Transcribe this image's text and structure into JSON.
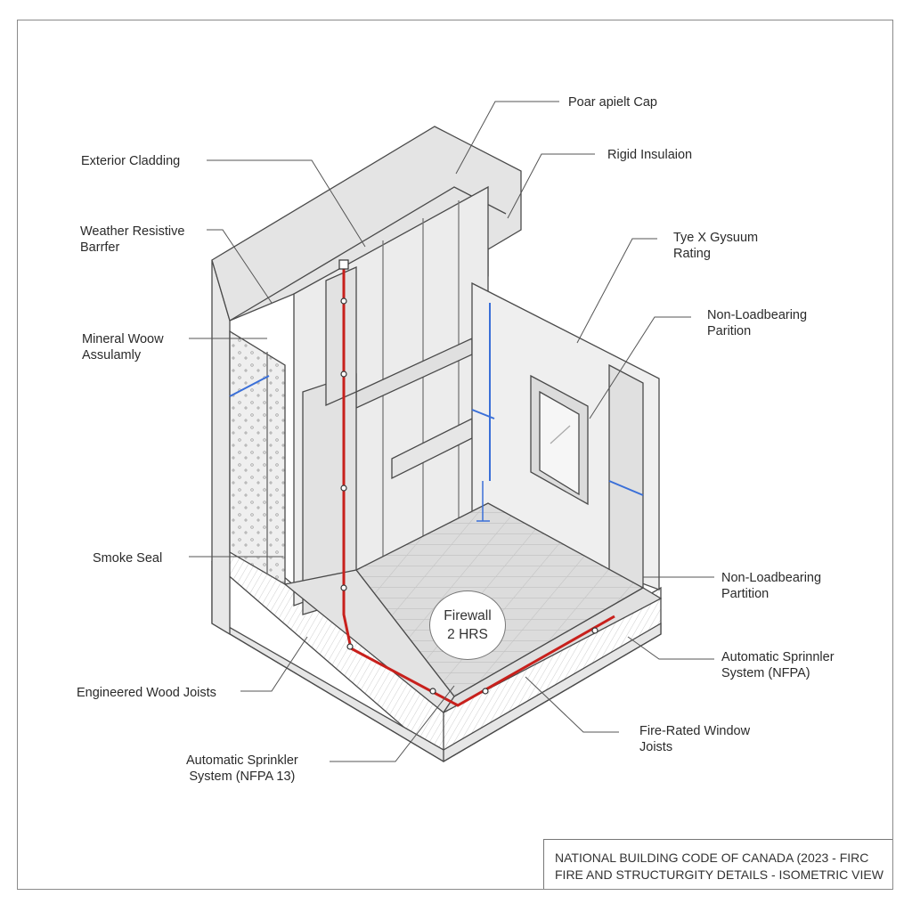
{
  "labels": {
    "exterior_cladding": "Exterior Cladding",
    "weather_barrier": "Weather Resistive\nBarrfer",
    "mineral_wool": "Mineral Woow\nAssulamly",
    "smoke_seal": "Smoke Seal",
    "engineered_joists": "Engineered Wood Joists",
    "sprinkler_bottom": "Automatic Sprinkler\nSystem (NFPA 13)",
    "parapet_cap": "Poar apielt Cap",
    "rigid_insulation": "Rigid Insulaion",
    "type_x_gypsum": "Tye X Gysuum\nRating",
    "partition_upper": "Non-Loadbearing\nParition",
    "partition_lower": "Non-Loadbearing\nPartition",
    "sprinkler_right": "Automatic Sprinnler\nSystem (NFPA)",
    "fire_rated_window": "Fire-Rated Window\nJoists"
  },
  "firewall": {
    "line1": "Firewall",
    "line2": "2 HRS"
  },
  "title_block": {
    "line1": "NATIONAL BUILDING CODE OF CANADA (2023 - FIRC",
    "line2": "FIRE AND STRUCTURGITY DETAILS - ISOMETRIC VIEW"
  },
  "colors": {
    "sprinkler_pipe": "#c8201c",
    "blue_sealant": "#3a6fd8",
    "linework": "#4a4a4a",
    "wall_fill": "#e9e9e9",
    "floor_fill": "#dedede"
  }
}
